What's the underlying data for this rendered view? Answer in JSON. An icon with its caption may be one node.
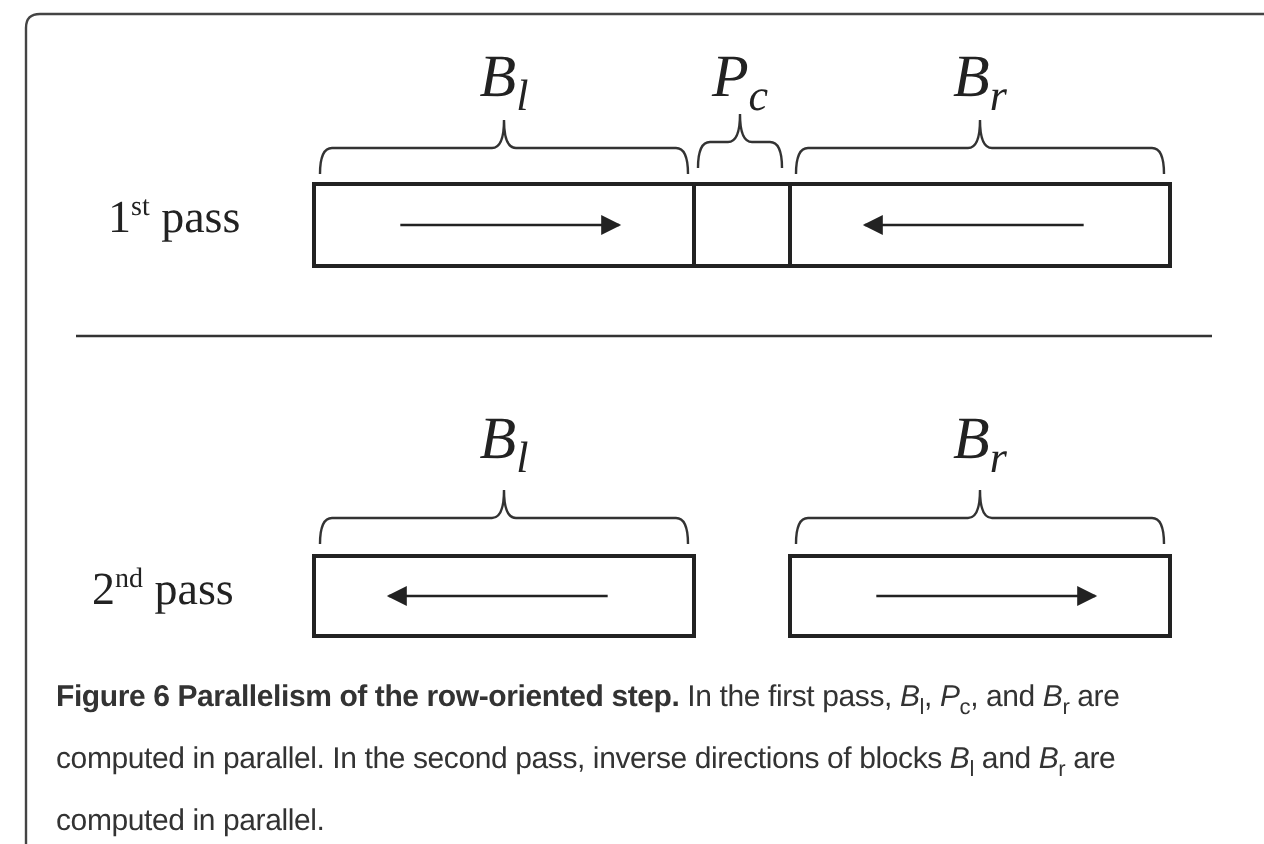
{
  "diagram": {
    "caption": "**Figure 6 Parallelism of the row-oriented step.** In the first pass, *B*$_{l}$, *P*$_{c}$, and *B*$_{r}$ are computed in parallel. In the second pass, inverse directions of blocks *B*$_{l}$ and *B*$_{r}$ are computed in parallel.",
    "nodes": [
      {
        "text": [],
        "shape": "box",
        "beside": [
          "B$_{l}$"
        ]
      },
      {
        "text": [],
        "shape": "box",
        "beside": [
          "P$_{c}$"
        ]
      },
      {
        "text": [],
        "shape": "box",
        "beside": [
          "B$_{r}$"
        ]
      },
      {
        "text": [],
        "shape": "box",
        "beside": [
          "B$_{l}$"
        ]
      },
      {
        "text": [],
        "shape": "box",
        "beside": [
          "B$_{r}$"
        ]
      }
    ],
    "edges": [],
    "labels": [
      "1$^{st}$ pass",
      "2$^{nd}$ pass"
    ]
  }
}
